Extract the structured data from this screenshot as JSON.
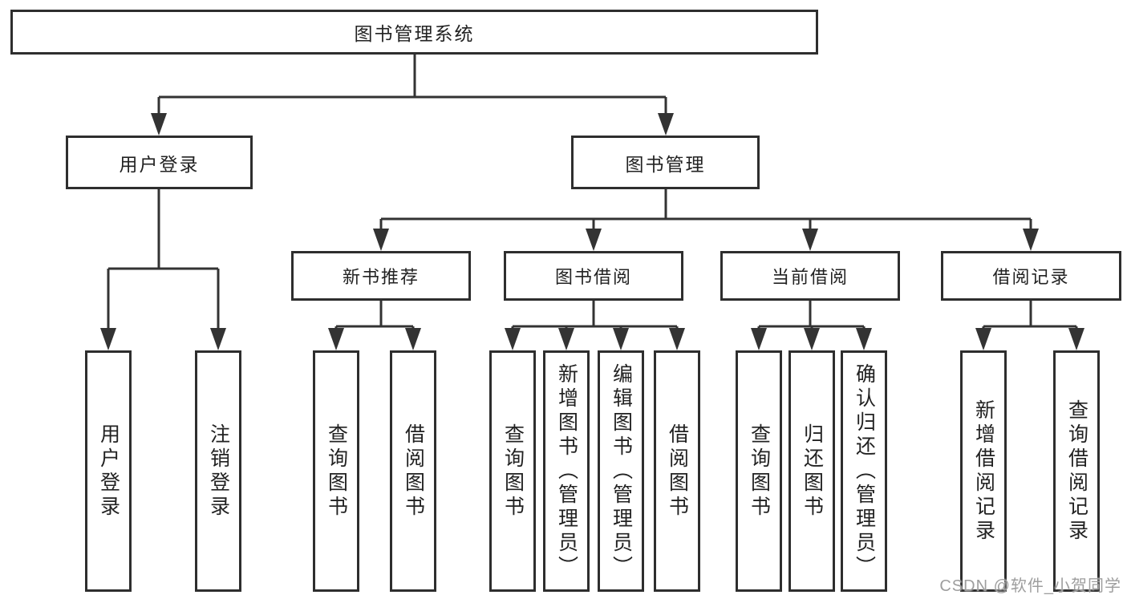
{
  "diagram": {
    "colors": {
      "line": "#333333",
      "box_border": "#2e2e2e",
      "text": "#222222",
      "watermark": "#9e9e9e",
      "background": "#ffffff"
    },
    "watermark": {
      "text": "CSDN @软件_小贺同学"
    },
    "root": {
      "label": "图书管理系统"
    },
    "branches": [
      {
        "label": "用户登录",
        "children": [
          {
            "label": "用户登录"
          },
          {
            "label": "注销登录"
          }
        ]
      },
      {
        "label": "图书管理",
        "children": [
          {
            "label": "新书推荐",
            "children": [
              {
                "label": "查询图书"
              },
              {
                "label": "借阅图书"
              }
            ]
          },
          {
            "label": "图书借阅",
            "children": [
              {
                "label": "查询图书"
              },
              {
                "label": "新增图书（管理员）"
              },
              {
                "label": "编辑图书（管理员）"
              },
              {
                "label": "借阅图书"
              }
            ]
          },
          {
            "label": "当前借阅",
            "children": [
              {
                "label": "查询图书"
              },
              {
                "label": "归还图书"
              },
              {
                "label": "确认归还（管理员）"
              }
            ]
          },
          {
            "label": "借阅记录",
            "children": [
              {
                "label": "新增借阅记录"
              },
              {
                "label": "查询借阅记录"
              }
            ]
          }
        ]
      }
    ]
  }
}
